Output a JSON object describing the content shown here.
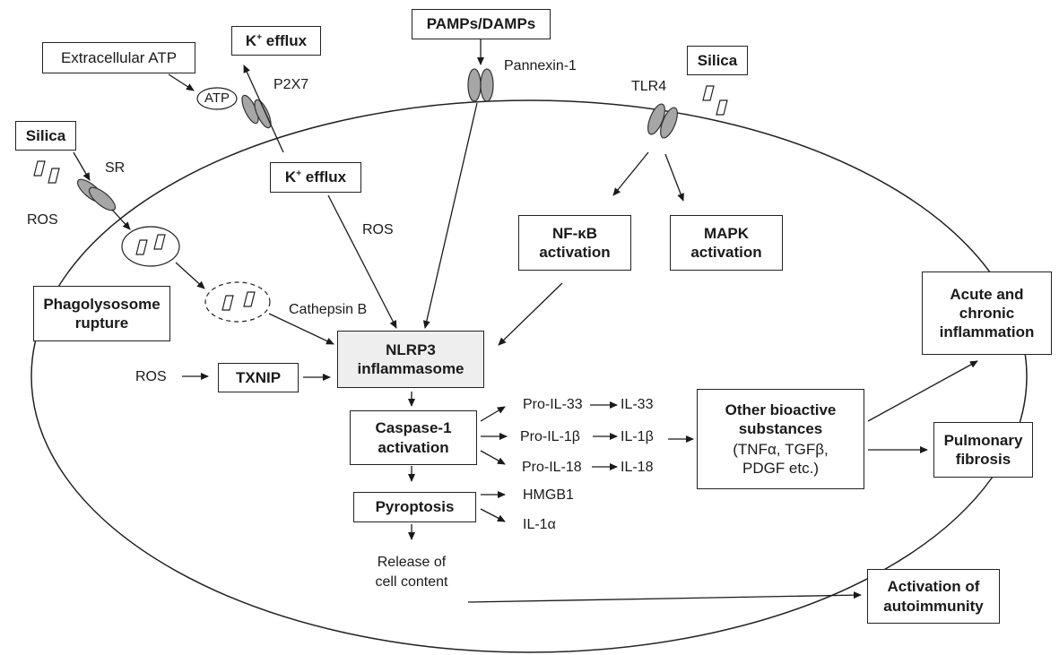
{
  "boxes": {
    "extracellular_atp": "Extracellular ATP",
    "k_efflux_top": "K",
    "k_efflux_inner": "K",
    "k_efflux_suffix": " efflux",
    "k_sup": "+",
    "pamps_damps": "PAMPs/DAMPs",
    "silica_right": "Silica",
    "silica_left": "Silica",
    "nfkb_activation": "NF-κB\nactivation",
    "mapk_activation": "MAPK\nactivation",
    "phagolysosome_rupture": "Phagolysosome\nrupture",
    "txnip": "TXNIP",
    "nlrp3_inflammasome": "NLRP3\ninflammasome",
    "caspase1_activation": "Caspase-1\nactivation",
    "pyroptosis": "Pyroptosis",
    "other_bioactive_title": "Other bioactive\nsubstances",
    "other_bioactive_detail": "(TNFα, TGFβ,\nPDGF etc.)",
    "acute_chronic_inflammation": "Acute and\nchronic\ninflammation",
    "pulmonary_fibrosis": "Pulmonary\nfibrosis",
    "activation_of_autoimmunity": "Activation of\nautoimmunity"
  },
  "labels": {
    "atp": "ATP",
    "p2x7": "P2X7",
    "pannexin1": "Pannexin-1",
    "tlr4": "TLR4",
    "sr": "SR",
    "ros_left": "ROS",
    "ros_mid": "ROS",
    "ros_txnip": "ROS",
    "cathepsin_b": "Cathepsin B",
    "pro_il33": "Pro-IL-33",
    "il33": "IL-33",
    "pro_il1b": "Pro-IL-1β",
    "il1b": "IL-1β",
    "pro_il18": "Pro-IL-18",
    "il18": "IL-18",
    "hmgb1": "HMGB1",
    "il1a": "IL-1α",
    "release_of_cell_content": "Release of\ncell content"
  },
  "colors": {
    "receptor_fill": "#a6a6a6",
    "nlrp3_fill": "#eeeeee",
    "line": "#1a1a1a"
  }
}
